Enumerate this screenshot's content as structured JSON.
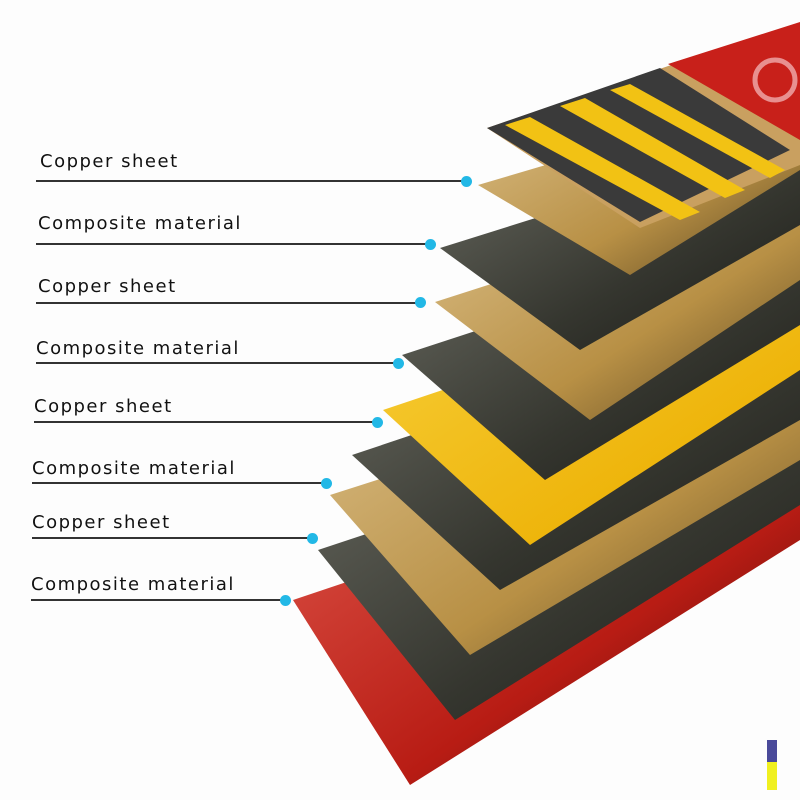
{
  "labels": [
    "Copper sheet",
    "Composite material",
    "Copper sheet",
    "Composite material",
    "Copper sheet",
    "Composite material",
    "Copper sheet",
    "Composite material"
  ],
  "colors": {
    "copper": "#c9a060",
    "composite": "#3c3d36",
    "yellow": "#f2be12",
    "red": "#c8281e",
    "dot": "#22b8e6"
  }
}
